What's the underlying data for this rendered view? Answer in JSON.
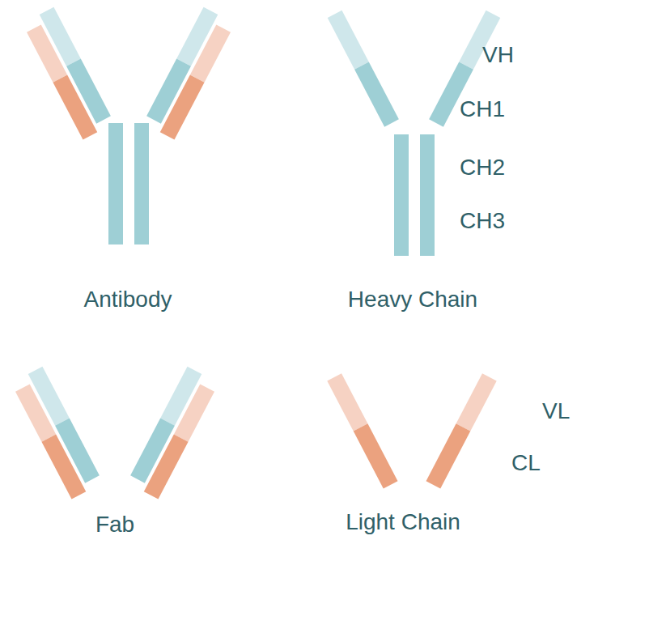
{
  "diagram": {
    "labels": [
      "VH",
      "CH1",
      "CH2",
      "CH3",
      "Antibody",
      "Heavy Chain",
      "VL",
      "CL",
      "Fab",
      "Light Chain"
    ]
  }
}
